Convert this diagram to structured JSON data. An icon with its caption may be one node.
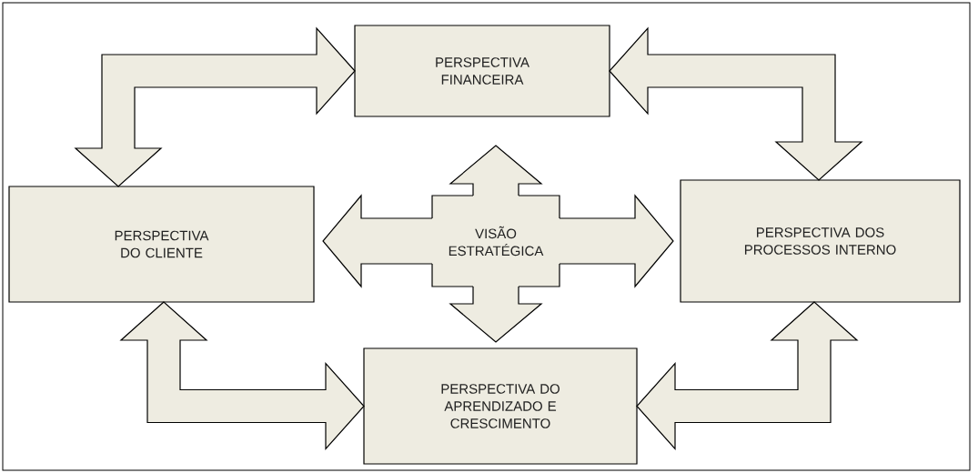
{
  "diagram": {
    "nodes": [
      {
        "text": [
          "PERSPECTIVA FINANCEIRA"
        ]
      },
      {
        "text": [
          "PERSPECTIVA DO CLIENTE"
        ]
      },
      {
        "text": [
          "VISÃO ESTRATÉGICA"
        ]
      },
      {
        "text": [
          "PERSPECTIVA DOS PROCESSOS INTERNO"
        ]
      },
      {
        "text": [
          "PERSPECTIVA DO APRENDIZADO E CRESCIMENTO"
        ]
      }
    ],
    "edges": [
      {
        "from": 0,
        "to": 1,
        "arrow": "both"
      },
      {
        "from": 0,
        "to": 3,
        "arrow": "both"
      },
      {
        "from": 1,
        "to": 4,
        "arrow": "both"
      },
      {
        "from": 3,
        "to": 4,
        "arrow": "both"
      },
      {
        "from": 2,
        "to": 0,
        "arrow": "to"
      },
      {
        "from": 2,
        "to": 1,
        "arrow": "to"
      },
      {
        "from": 2,
        "to": 3,
        "arrow": "to"
      },
      {
        "from": 2,
        "to": 4,
        "arrow": "to"
      }
    ]
  }
}
